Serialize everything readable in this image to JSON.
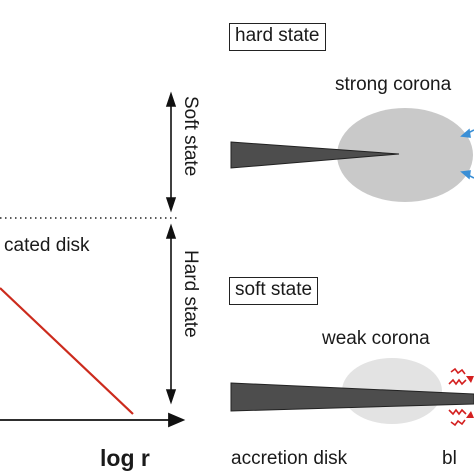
{
  "left_panel": {
    "disk_label": "cated disk",
    "x_axis_label": "log r",
    "soft_state_label": "Soft state",
    "hard_state_label": "Hard state",
    "curve_color": "#cc2b1d"
  },
  "right_panel": {
    "hard_state_box": "hard state",
    "hard_corona_label": "strong corona",
    "soft_state_box": "soft state",
    "soft_corona_label": "weak corona",
    "disk_caption": "accretion disk",
    "clipped_caption": "bl",
    "colors": {
      "disk": "#4d4d4d",
      "strong_corona": "#c9c9c9",
      "weak_corona": "#e3e3e3",
      "blue_arrows": "#3a8fd6",
      "red_arrows": "#d42020"
    }
  }
}
